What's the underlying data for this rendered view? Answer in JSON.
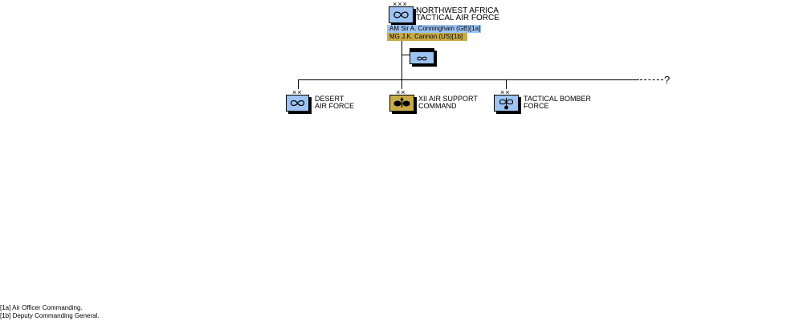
{
  "colors": {
    "raf_blue": "#9cc3f2",
    "us_gold": "#c8ab46",
    "line": "#000000"
  },
  "hq": {
    "size_marker": "×××",
    "name_line1": "NORTHWEST AFRICA",
    "name_line2": "TACTICAL AIR FORCE",
    "icon": "air-force-symbol-icon",
    "commander_1": "AM  Sir A. Conningham (GB)[1a]",
    "commander_2": "MG  J.K. Cannon (US)[1b]"
  },
  "hq_staff": {
    "icon": "headquarters-unit-icon"
  },
  "units": [
    {
      "size_marker": "××",
      "name_line1": "DESERT",
      "name_line2": "AIR FORCE",
      "icon": "air-force-symbol-icon"
    },
    {
      "size_marker": "××",
      "name_line1": "XII AIR SUPPORT",
      "name_line2": "COMMAND",
      "icon": "air-support-symbol-icon"
    },
    {
      "size_marker": "××",
      "name_line1": "TACTICAL BOMBER",
      "name_line2": "FORCE",
      "icon": "bomber-symbol-icon"
    }
  ],
  "unknown_unit": "?",
  "footnotes": [
    "[1a] Air Officer Commanding.",
    "[1b] Deputy Commanding General."
  ]
}
